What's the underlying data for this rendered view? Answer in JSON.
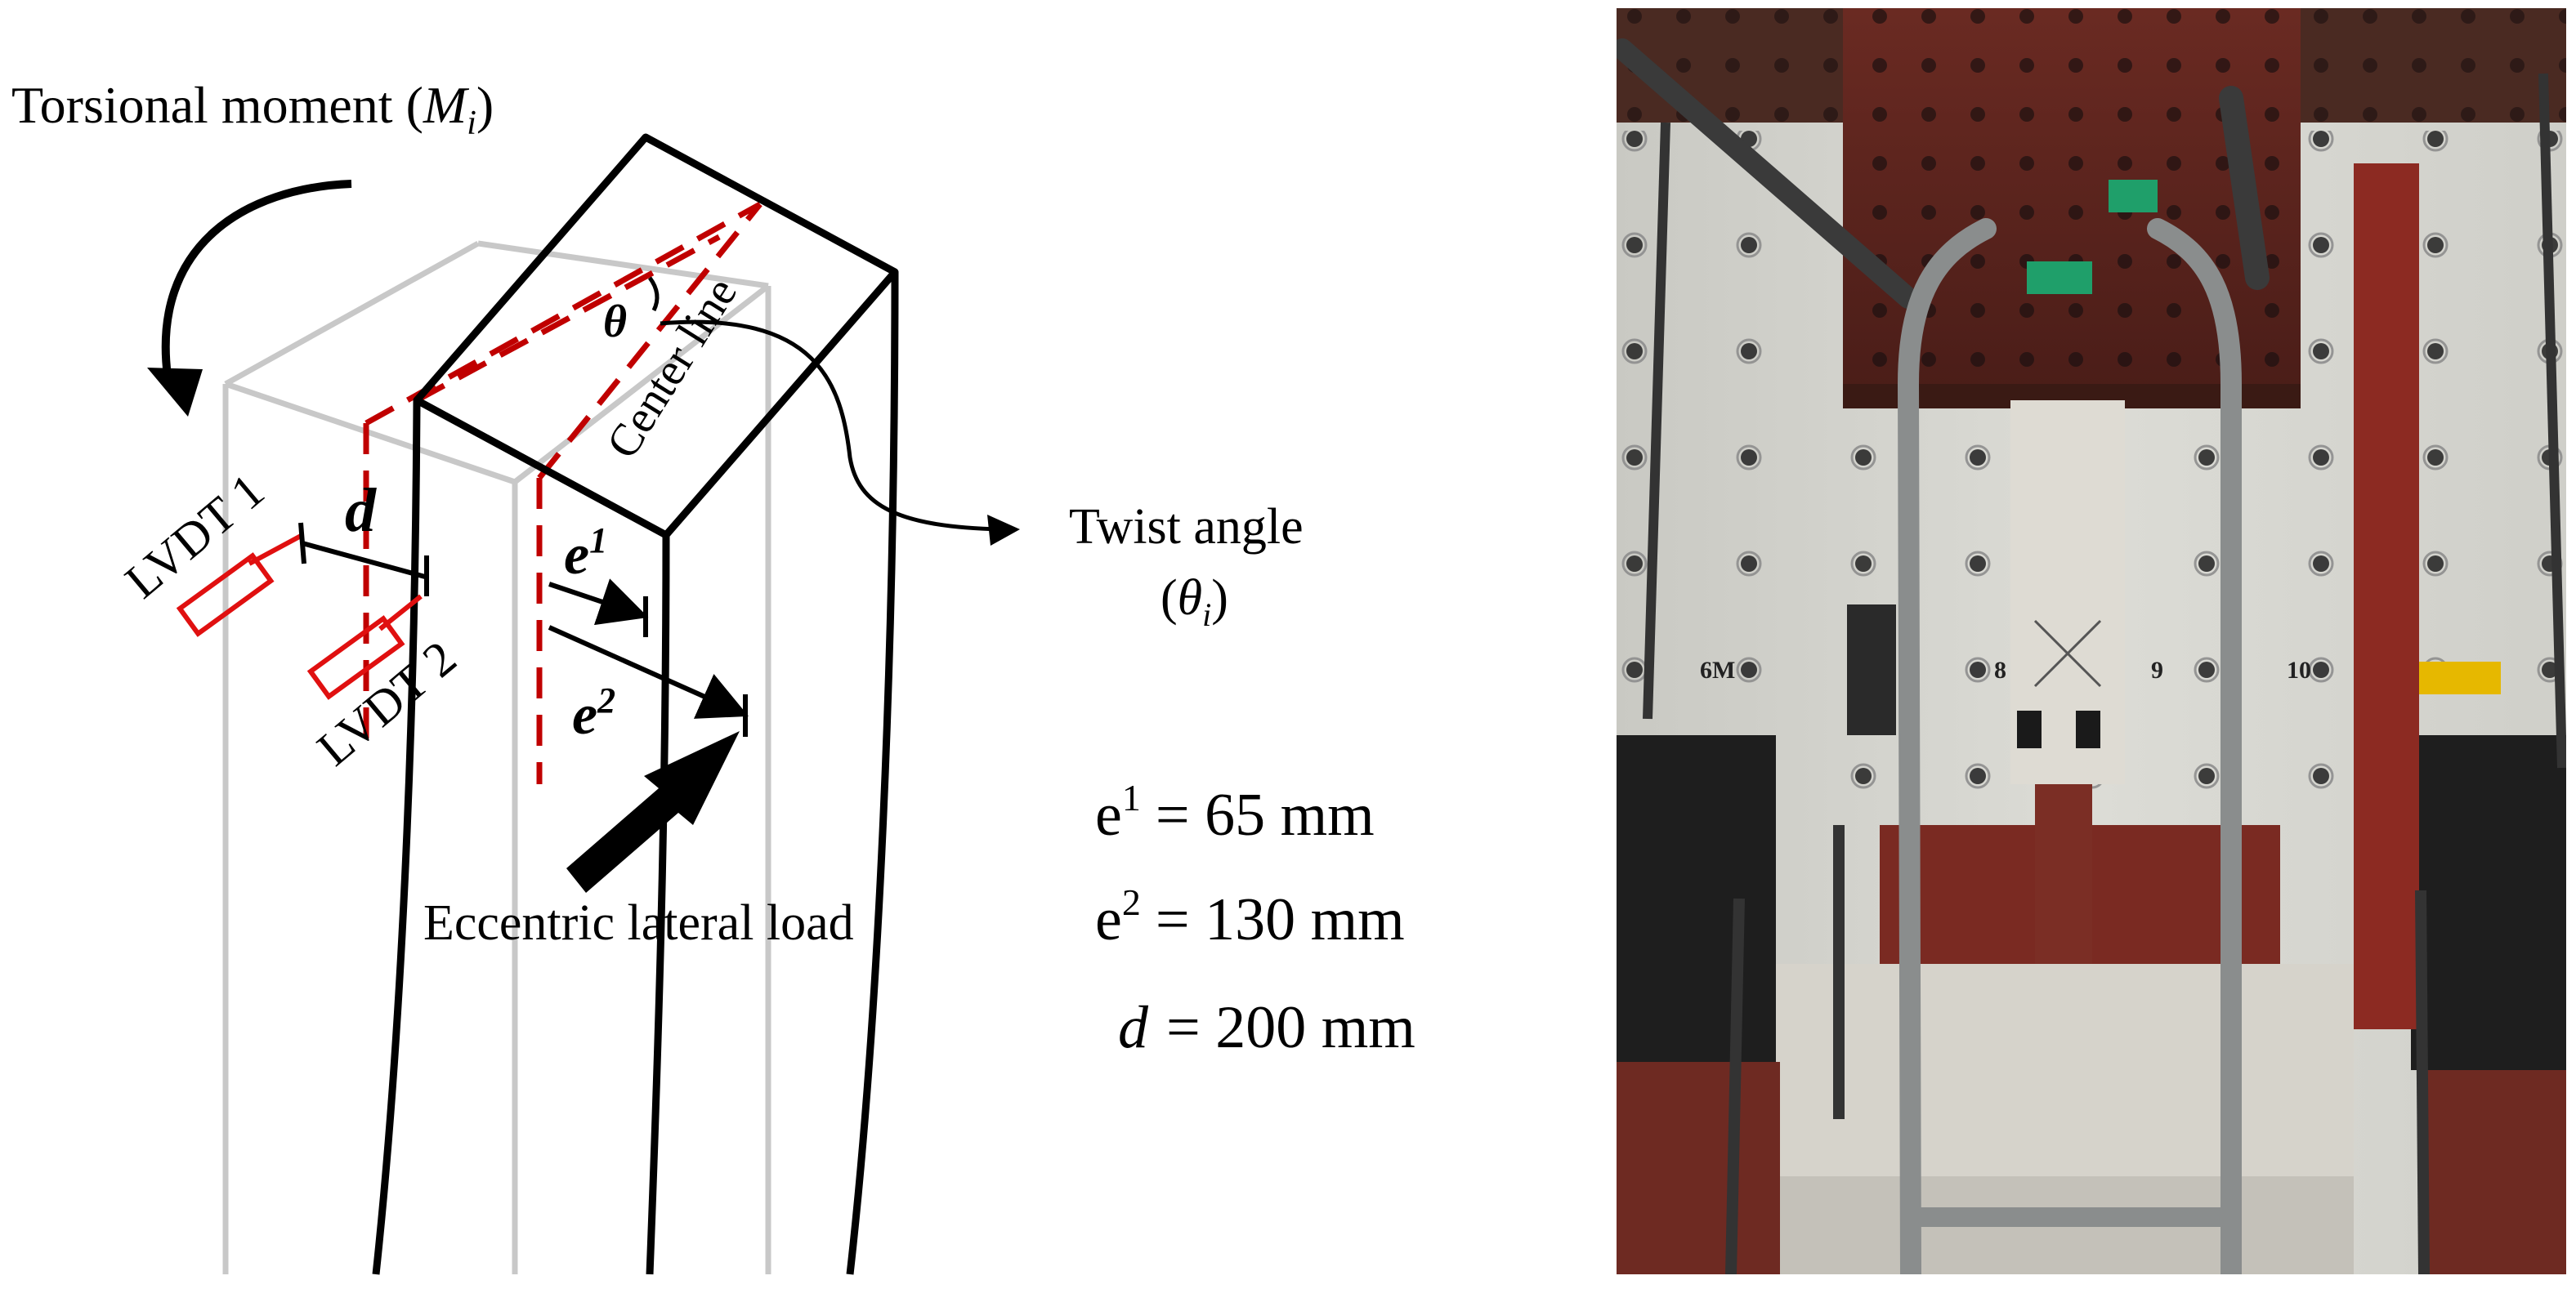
{
  "diagram": {
    "torsional_moment": {
      "text": "Torsional moment (",
      "sym": "M",
      "sub": "i",
      "close": ")"
    },
    "twist_angle": {
      "line1": "Twist angle",
      "open": "(",
      "sym": "θ",
      "sub": "i",
      "close": ")"
    },
    "theta": "θ",
    "center_line": "Center line",
    "lvdt1": "LVDT 1",
    "lvdt2": "LVDT 2",
    "d_label": "d",
    "e1_label": {
      "base": "e",
      "sup": "1"
    },
    "e2_label": {
      "base": "e",
      "sup": "2"
    },
    "load_label": "Eccentric lateral load",
    "equations": [
      {
        "lhs": "e",
        "sup": "1",
        "rhs": "= 65 mm"
      },
      {
        "lhs": "e",
        "sup": "2",
        "rhs": "= 130 mm"
      },
      {
        "lhs": "d",
        "sup": "",
        "rhs": "= 200 mm"
      }
    ]
  },
  "photo": {
    "wall_marks": [
      "6M",
      "8",
      "9",
      "10"
    ]
  },
  "colors": {
    "ink": "#000000",
    "dashed_red": "#c00000",
    "lvdt_red": "#e01010",
    "ghost_grey": "#c8c8c8"
  }
}
